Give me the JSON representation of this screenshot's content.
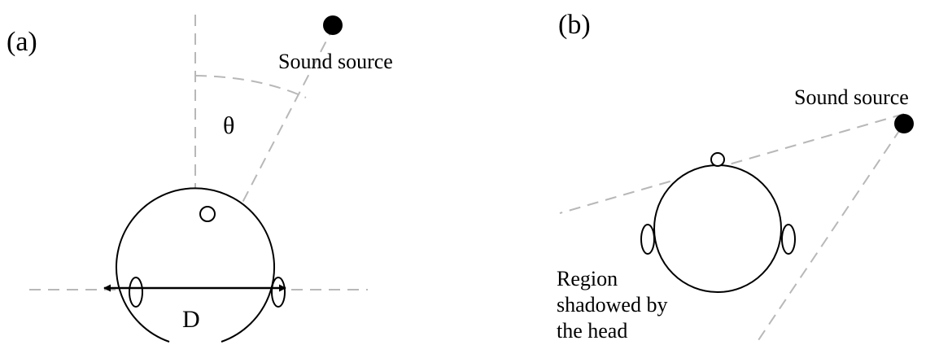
{
  "panel_a": {
    "label": "(a)",
    "source_label": "Sound source",
    "angle_label": "θ",
    "distance_label": "D"
  },
  "panel_b": {
    "label": "(b)",
    "source_label": "Sound source",
    "shadow_label_lines": [
      "Region",
      "shadowed by",
      "the head"
    ]
  },
  "colors": {
    "ink": "#000000",
    "dashed": "#b8b8b8",
    "background": "#ffffff"
  }
}
